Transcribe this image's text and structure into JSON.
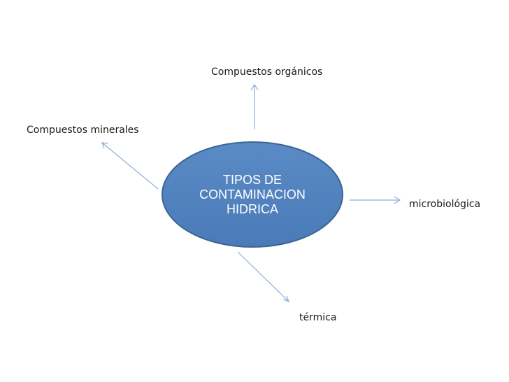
{
  "diagram": {
    "center_node": {
      "lines": [
        "TIPOS DE",
        "CONTAMINACION",
        "HIDRICA"
      ],
      "fill_color": "#4f81bd",
      "border_color": "#3a6595"
    },
    "branches": [
      {
        "id": "organicos",
        "label": "Compuestos orgánicos"
      },
      {
        "id": "minerales",
        "label": "Compuestos minerales"
      },
      {
        "id": "microbiologica",
        "label": "microbiológica"
      },
      {
        "id": "termica",
        "label": "térmica"
      }
    ],
    "arrow_color": "#8eaed9"
  }
}
